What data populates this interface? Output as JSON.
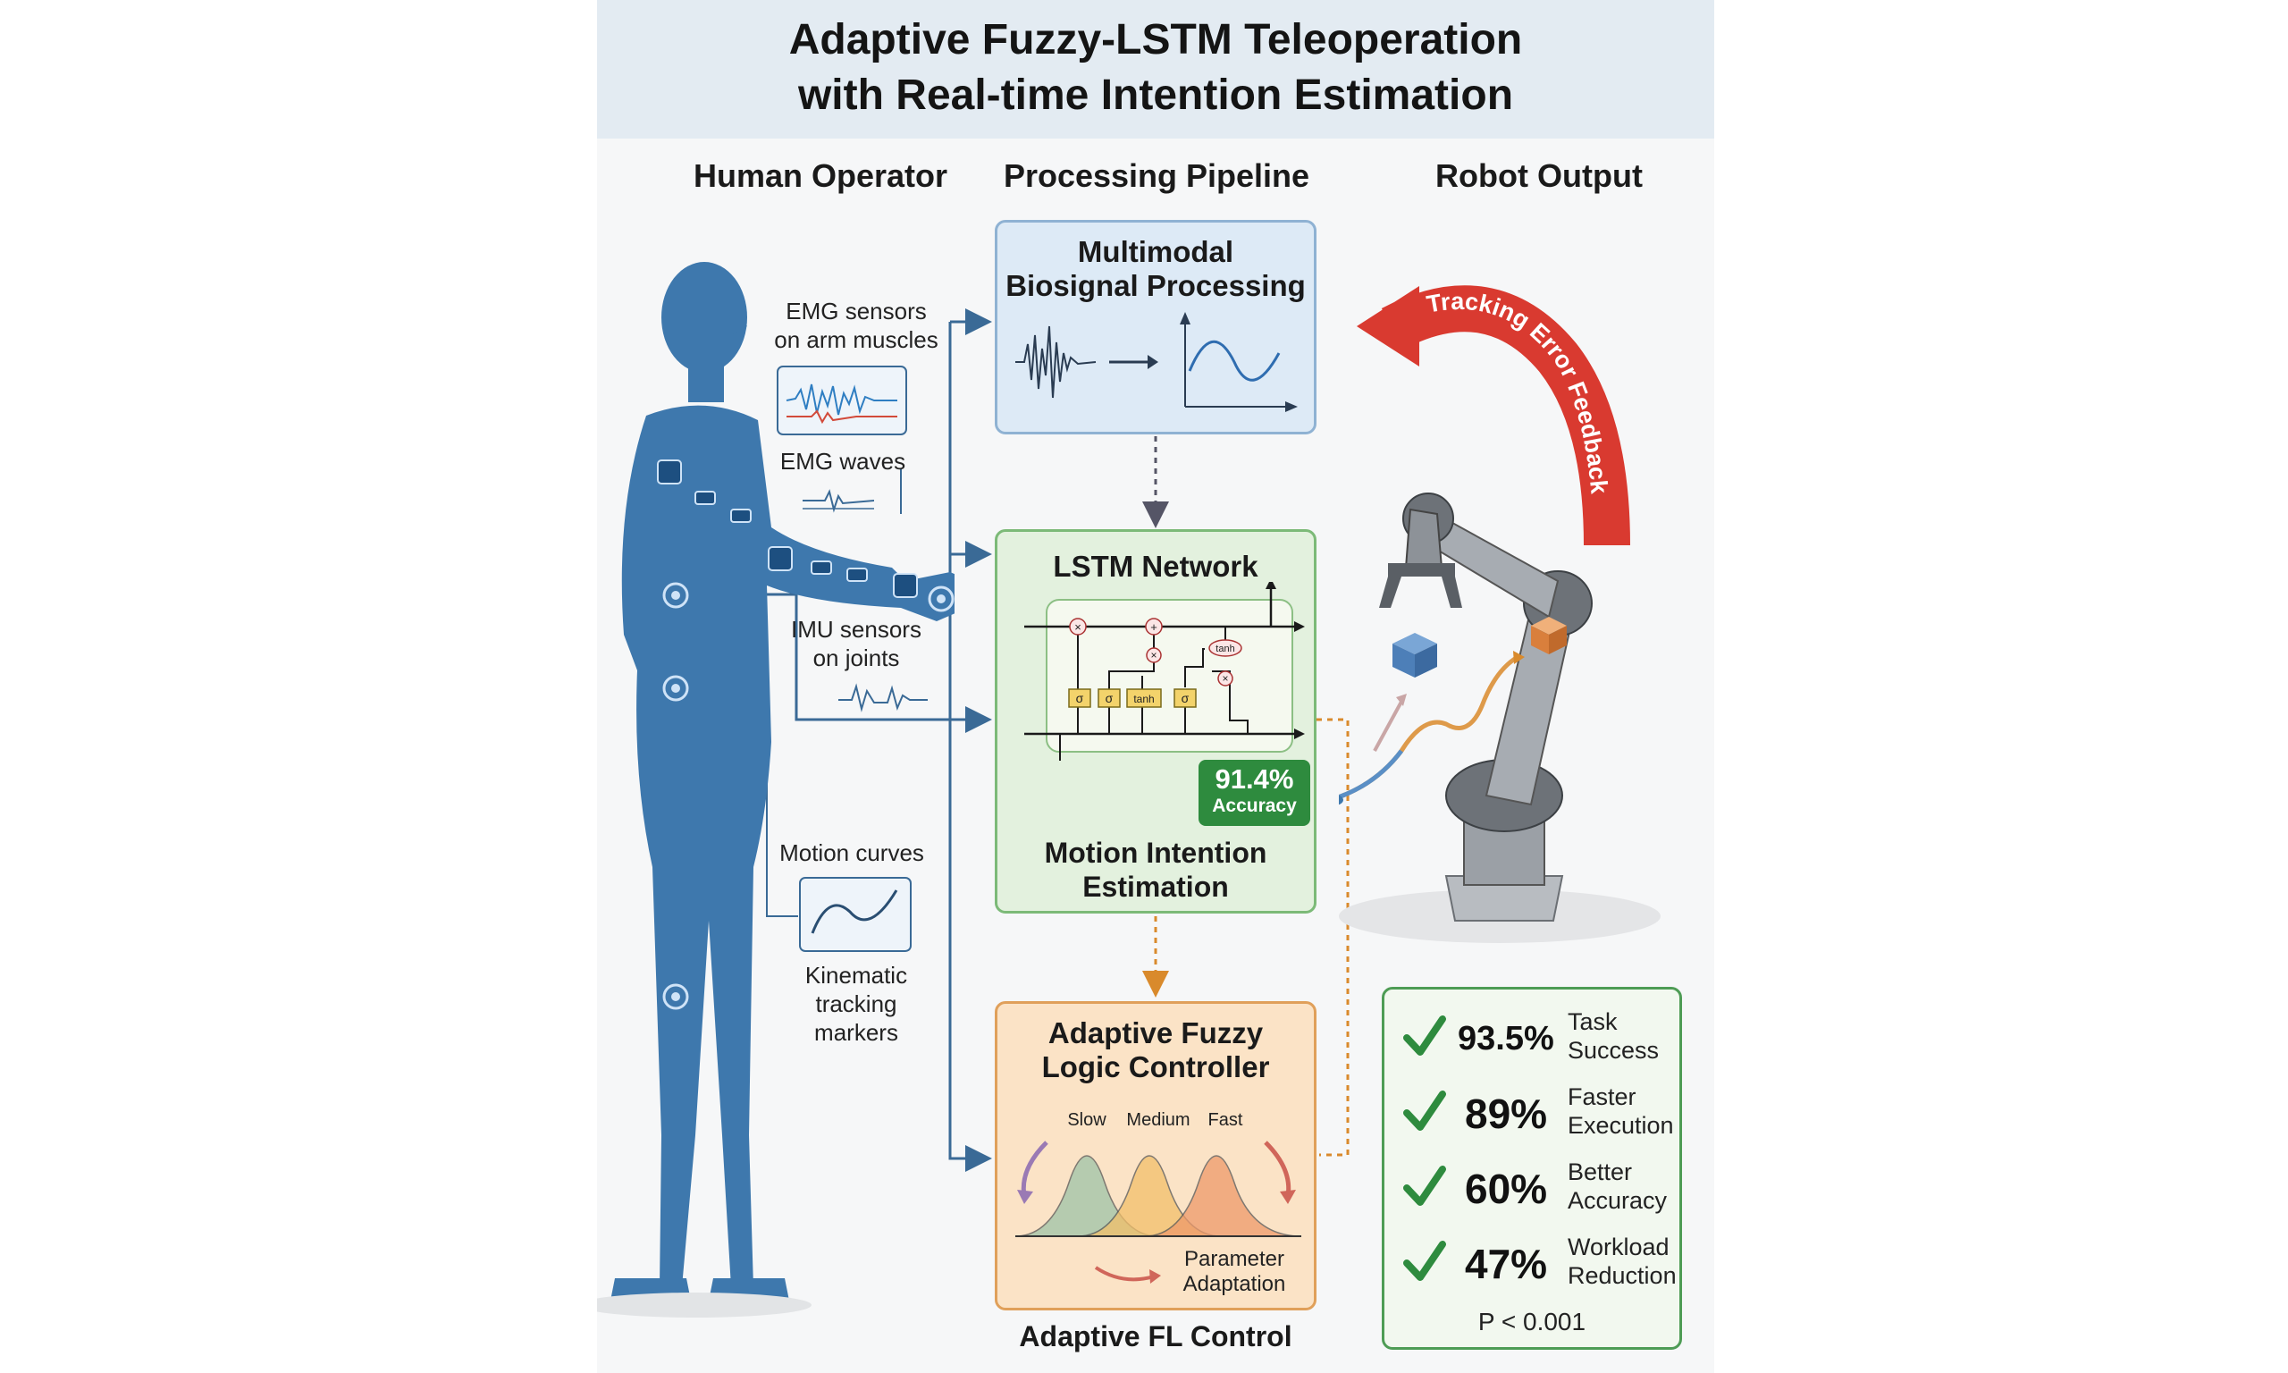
{
  "title": {
    "line1": "Adaptive Fuzzy-LSTM Teleoperation",
    "line2": "with Real-time Intention Estimation"
  },
  "columns": {
    "human": "Human Operator",
    "pipeline": "Processing Pipeline",
    "robot": "Robot Output"
  },
  "human_labels": {
    "emg_sensors_1": "EMG sensors",
    "emg_sensors_2": "on arm muscles",
    "emg_waves": "EMG waves",
    "imu_1": "IMU sensors",
    "imu_2": "on joints",
    "motion_curves": "Motion curves",
    "kin_1": "Kinematic",
    "kin_2": "tracking",
    "kin_3": "markers"
  },
  "boxes": {
    "multimodal": {
      "line1": "Multimodal",
      "line2": "Biosignal Processing"
    },
    "lstm": {
      "title": "LSTM Network",
      "gates": [
        "σ",
        "σ",
        "tanh",
        "σ"
      ],
      "ops": [
        "×",
        "+",
        "×",
        "×",
        "tanh"
      ],
      "accuracy_value": "91.4%",
      "accuracy_label": "Accuracy",
      "caption1": "Motion Intention",
      "caption2": "Estimation"
    },
    "fuzzy": {
      "line1": "Adaptive Fuzzy",
      "line2": "Logic Controller",
      "sets": [
        "Slow",
        "Medium",
        "Fast"
      ],
      "param1": "Parameter",
      "param2": "Adaptation",
      "caption": "Adaptive FL Control"
    }
  },
  "feedback_label": "Tracking Error Feedback",
  "metrics": [
    {
      "value": "93.5%",
      "line1": "Task",
      "line2": "Success"
    },
    {
      "value": "89%",
      "line1": "Faster",
      "line2": "Execution"
    },
    {
      "value": "60%",
      "line1": "Better",
      "line2": "Accuracy"
    },
    {
      "value": "47%",
      "line1": "Workload",
      "line2": "Reduction"
    }
  ],
  "p_value": "P < 0.001",
  "colors": {
    "body": "#3e78ad",
    "blue_box": "#ddeaf6",
    "green_box": "#e3f1de",
    "orange_box": "#fbe3c6",
    "feedback_red": "#d93a30",
    "accent_green": "#2e8b3e"
  }
}
